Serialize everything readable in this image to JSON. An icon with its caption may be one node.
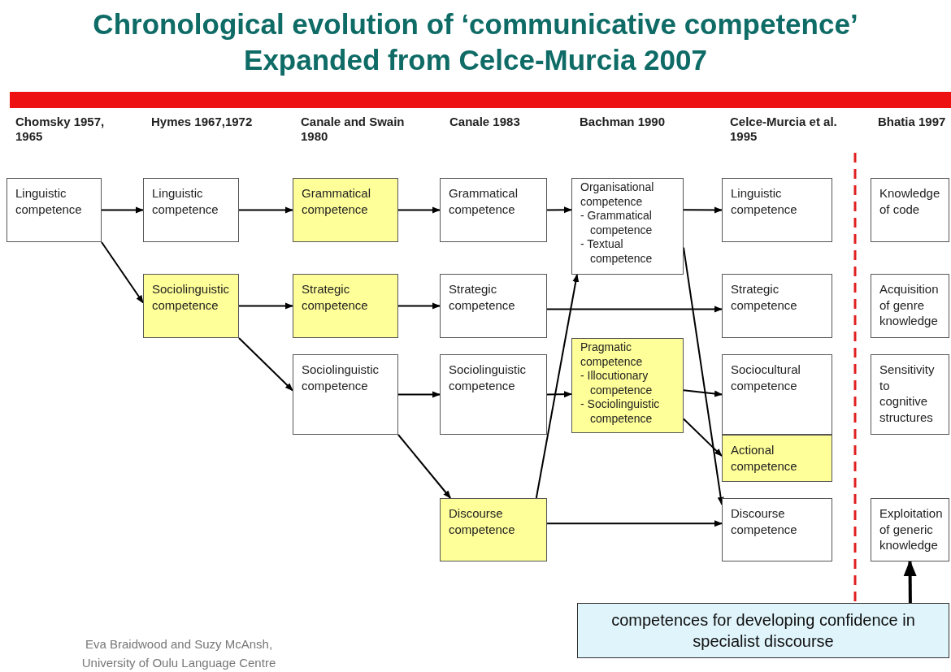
{
  "diagram": {
    "title": "Chronological evolution of ‘communicative competence’ Expanded from Celce-Murcia 2007",
    "nodes": [
      {
        "text": [
          "Linguistic competence"
        ]
      },
      {
        "text": [
          "Linguistic competence"
        ]
      },
      {
        "text": [
          "Sociolinguistic competence"
        ]
      },
      {
        "text": [
          "Grammatical competence"
        ]
      },
      {
        "text": [
          "Strategic competence"
        ]
      },
      {
        "text": [
          "Sociolinguistic competence"
        ]
      },
      {
        "text": [
          "Grammatical competence"
        ]
      },
      {
        "text": [
          "Strategic competence"
        ]
      },
      {
        "text": [
          "Sociolinguistic competence"
        ]
      },
      {
        "text": [
          "Discourse competence"
        ]
      },
      {
        "text": [
          "Organisational competence",
          "- Grammatical competence",
          "- Textual competence"
        ]
      },
      {
        "text": [
          "Pragmatic competence",
          "- Illocutionary competence",
          "- Sociolinguistic competence"
        ]
      },
      {
        "text": [
          "Linguistic competence"
        ]
      },
      {
        "text": [
          "Strategic competence"
        ]
      },
      {
        "text": [
          "Sociocultural competence"
        ]
      },
      {
        "text": [
          "Actional competence"
        ]
      },
      {
        "text": [
          "Discourse competence"
        ]
      },
      {
        "text": [
          "Knowledge of code"
        ]
      },
      {
        "text": [
          "Acquisition of genre knowledge"
        ]
      },
      {
        "text": [
          "Sensitivity to cognitive structures"
        ]
      },
      {
        "text": [
          "Exploitation of generic knowledge"
        ]
      },
      {
        "text": [
          "competences for developing confidence in specialist discourse"
        ]
      }
    ],
    "edges": [
      {
        "from": 0,
        "to": 1,
        "arrow": "to"
      },
      {
        "from": 0,
        "to": 2,
        "arrow": "to"
      },
      {
        "from": 1,
        "to": 3,
        "arrow": "to"
      },
      {
        "from": 2,
        "to": 4,
        "arrow": "to"
      },
      {
        "from": 2,
        "to": 5,
        "arrow": "to"
      },
      {
        "from": 3,
        "to": 6,
        "arrow": "to"
      },
      {
        "from": 4,
        "to": 7,
        "arrow": "to"
      },
      {
        "from": 5,
        "to": 8,
        "arrow": "to"
      },
      {
        "from": 5,
        "to": 9,
        "arrow": "to"
      },
      {
        "from": 6,
        "to": 10,
        "arrow": "to"
      },
      {
        "from": 9,
        "to": 10,
        "arrow": "to"
      },
      {
        "from": 7,
        "to": 13,
        "arrow": "to"
      },
      {
        "from": 8,
        "to": 11,
        "arrow": "to"
      },
      {
        "from": 10,
        "to": 12,
        "arrow": "to"
      },
      {
        "from": 11,
        "to": 14,
        "arrow": "to"
      },
      {
        "from": 11,
        "to": 15,
        "arrow": "to"
      },
      {
        "from": 10,
        "to": 16,
        "arrow": "to"
      },
      {
        "from": 9,
        "to": 16,
        "arrow": "to"
      },
      {
        "from": 21,
        "to": 20,
        "arrow": "to",
        "style": "thick"
      }
    ],
    "labels": [
      "Chomsky 1957, 1965",
      "Hymes 1967,1972",
      "Canale and Swain 1980",
      "Canale 1983",
      "Bachman 1990",
      "Celce-Murcia et al. 1995",
      "Bhatia 1997",
      "Eva Braidwood and Suzy McAnsh, University of Oulu Language Centre"
    ]
  }
}
